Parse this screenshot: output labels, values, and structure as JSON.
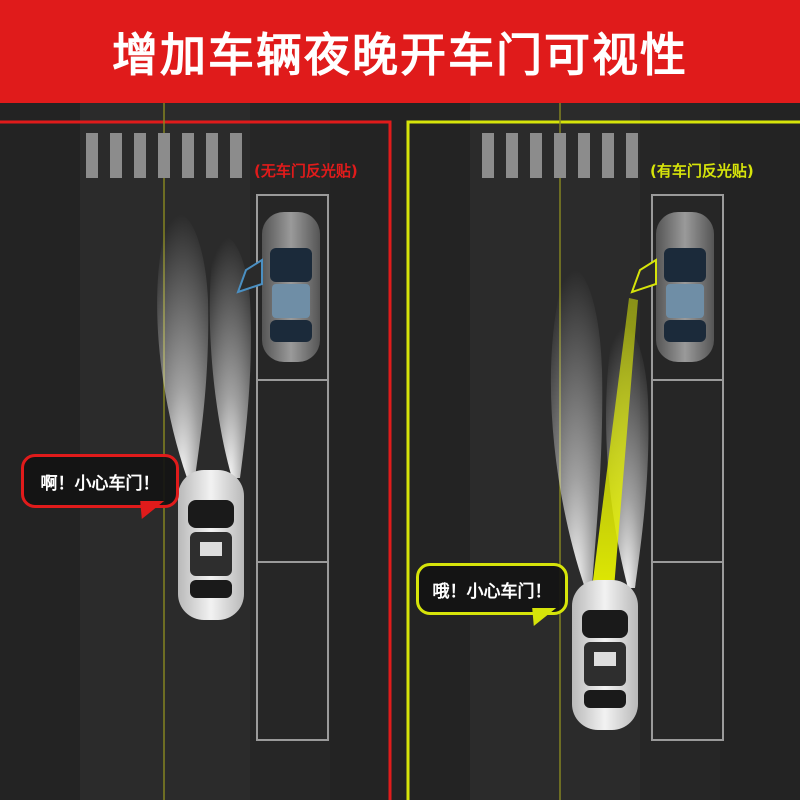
{
  "header": {
    "title": "增加车辆夜晚开车门可视性"
  },
  "left_panel": {
    "tag": "(无车门反光贴)",
    "bubble": "啊！小心车门！",
    "accent_color": "#e01b1b"
  },
  "right_panel": {
    "tag": "(有车门反光贴)",
    "bubble": "哦！小心车门！",
    "accent_color": "#d6e40a"
  }
}
